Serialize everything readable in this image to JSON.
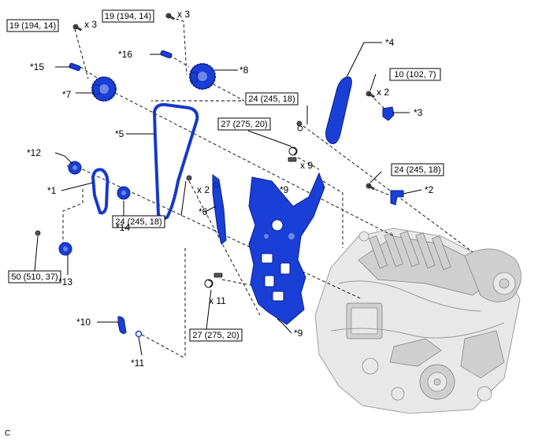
{
  "diagram": {
    "part_labels": {
      "p1": "*1",
      "p2": "*2",
      "p3": "*3",
      "p4": "*4",
      "p5": "*5",
      "p6": "*6",
      "p7": "*7",
      "p8": "*8",
      "p9a": "*9",
      "p9b": "*9",
      "p10": "*10",
      "p11": "*11",
      "p12": "*12",
      "p13": "*13",
      "p14": "*14",
      "p15": "*15",
      "p16": "*16"
    },
    "torque_specs": {
      "t1": "19 (194, 14)",
      "t2": "19 (194, 14)",
      "t3": "10 (102, 7)",
      "t4": "24 (245, 18)",
      "t5": "27 (275, 20)",
      "t6": "24 (245, 18)",
      "t7": "24 (245, 18)",
      "t8": "50 (510, 37)",
      "t9": "27 (275, 20)"
    },
    "quantities": {
      "q1": "x 3",
      "q2": "x 3",
      "q3": "x 2",
      "q4": "x 9",
      "q5": "x 2",
      "q6": "x 11"
    },
    "corner_code": "C"
  }
}
